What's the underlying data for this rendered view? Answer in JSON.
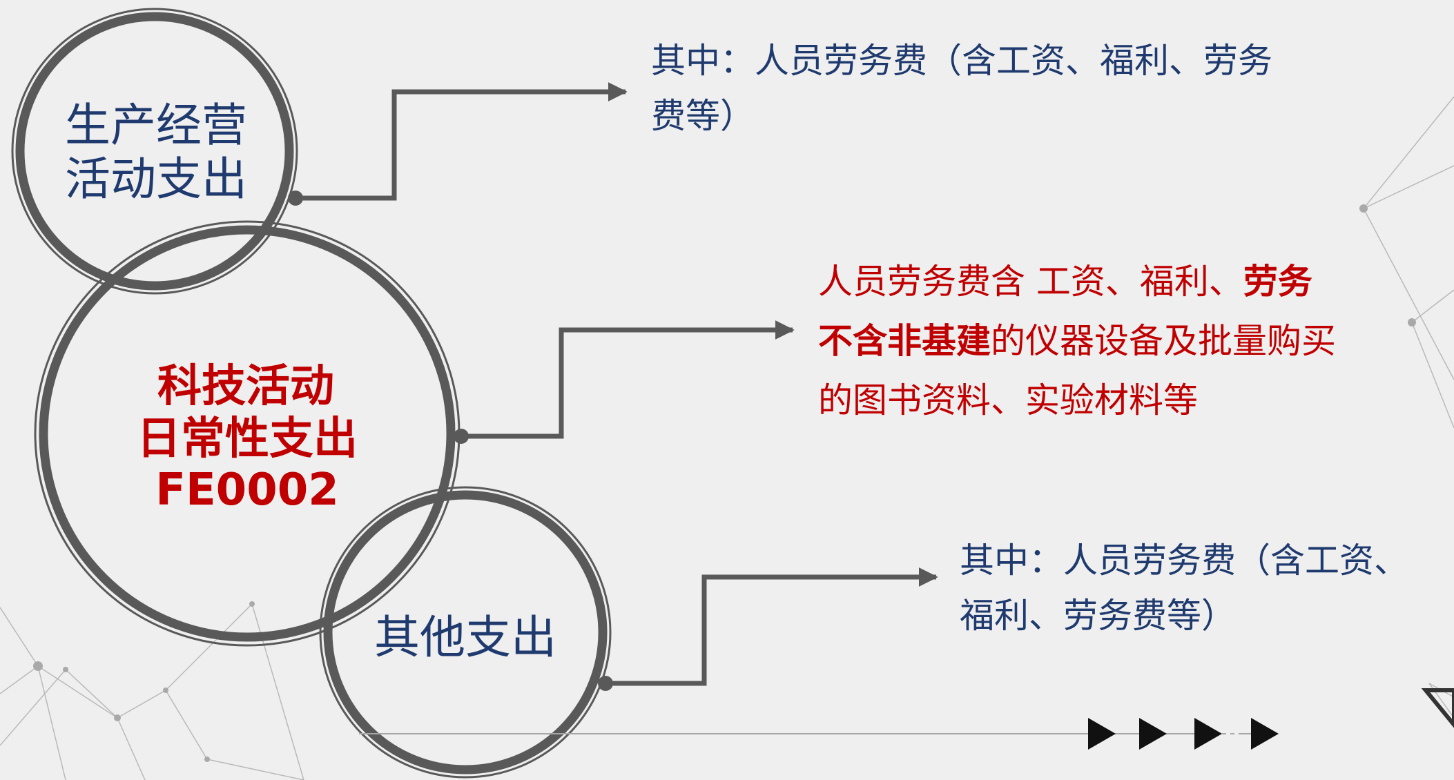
{
  "circles": {
    "production": {
      "line1": "生产经营",
      "line2": "活动支出"
    },
    "science": {
      "line1": "科技活动",
      "line2": "日常性支出",
      "line3": "FE0002"
    },
    "other": {
      "label": "其他支出"
    }
  },
  "notes": {
    "production": {
      "line1": "其中：人员劳务费（含工资、福利、劳务",
      "line2": "费等）"
    },
    "science": {
      "line1": "人员劳务费含 工资、福利、",
      "line1_bold": "劳务",
      "line2_bold": "不含非基建",
      "line2": "的仪器设备及批量购买",
      "line3": "的图书资料、实验材料等"
    },
    "other": {
      "line1": "其中：人员劳务费（含工资、",
      "line2": "福利、劳务费等）"
    }
  },
  "colors": {
    "label_blue": "#1f3a6e",
    "label_red": "#c00000",
    "ring_gray": "#595959",
    "background": "#efefef"
  },
  "icons": [
    "arrow-right-icon",
    "triangle-arrow-icon"
  ]
}
